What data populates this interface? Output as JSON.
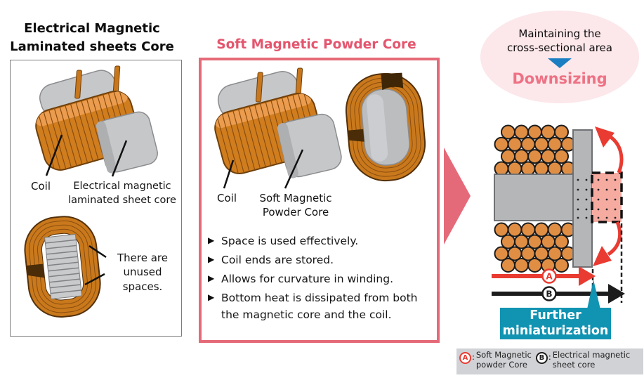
{
  "left_panel": {
    "title_line1": "Electrical Magnetic",
    "title_line2": "Laminated sheets Core",
    "coil_label": "Coil",
    "core_label_line1": "Electrical magnetic",
    "core_label_line2": "laminated sheet core",
    "note_line1": "There are",
    "note_line2": "unused spaces."
  },
  "middle_panel": {
    "title": "Soft Magnetic Powder Core",
    "coil_label": "Coil",
    "core_label_line1": "Soft Magnetic",
    "core_label_line2": "Powder Core",
    "bullet_marker": "▶",
    "bullets": [
      "Space is used effectively.",
      "Coil ends are stored.",
      "Allows for curvature in winding.",
      "Bottom heat is dissipated from both the magnetic core and the coil."
    ]
  },
  "right_panel": {
    "ellipse_line1": "Maintaining the",
    "ellipse_line2": "cross-sectional area",
    "downsizing_label": "Downsizing",
    "marker_a": "A",
    "marker_b": "B",
    "further_line1": "Further",
    "further_line2": "miniaturization",
    "legend_colon": ":",
    "legend": [
      {
        "marker": "A",
        "line1": "Soft Magnetic",
        "line2": "powder Core"
      },
      {
        "marker": "B",
        "line1": "Electrical magnetic",
        "line2": "sheet core"
      }
    ]
  },
  "colors": {
    "accent_pink": "#e56a79",
    "title_pink": "#e4566e",
    "downsizing_pink": "#ee7184",
    "light_pink_ellipse": "#fce7ea",
    "blue_arrow": "#1b7ec2",
    "teal": "#1193b2",
    "red_arrow": "#e93b31",
    "copper": "#c9791c",
    "coil_orange": "#e08e44",
    "core_gray": "#b5b6b8",
    "legend_bg": "#d1d2d6",
    "pink_square": "#f6aba1"
  }
}
